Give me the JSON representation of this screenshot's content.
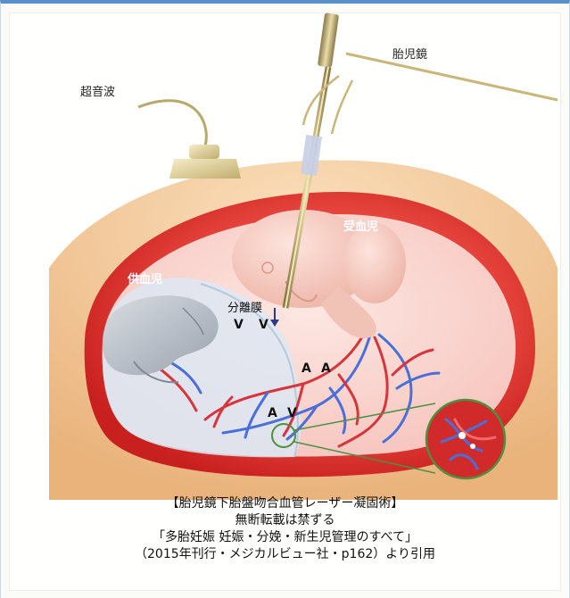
{
  "labels": {
    "ultrasound": "超音波",
    "fetoscope": "胎児鏡",
    "recipient": "受血児",
    "donor": "供血児",
    "membrane": "分離膜",
    "v1": "V",
    "v2": "V",
    "a1": "A",
    "a2": "A",
    "a3": "A",
    "v3": "V"
  },
  "caption": {
    "line1": "【胎児鏡下胎盤吻合血管レーザー凝固術】",
    "line2": "無断転載は禁ずる",
    "line3": "「多胎妊娠 妊娠・分娩・新生児管理のすべて」",
    "line4": "（2015年刊行・メジカルビュー社・p162）より引用"
  },
  "colors": {
    "frame_accent": "#5b8fc9",
    "uterus_wall": "#e2322d",
    "skin": "#f3c08c",
    "amniotic": "#e9f1f8",
    "artery": "#d8343c",
    "vein": "#4a6fd8",
    "callout_line": "#4f8f3f"
  }
}
